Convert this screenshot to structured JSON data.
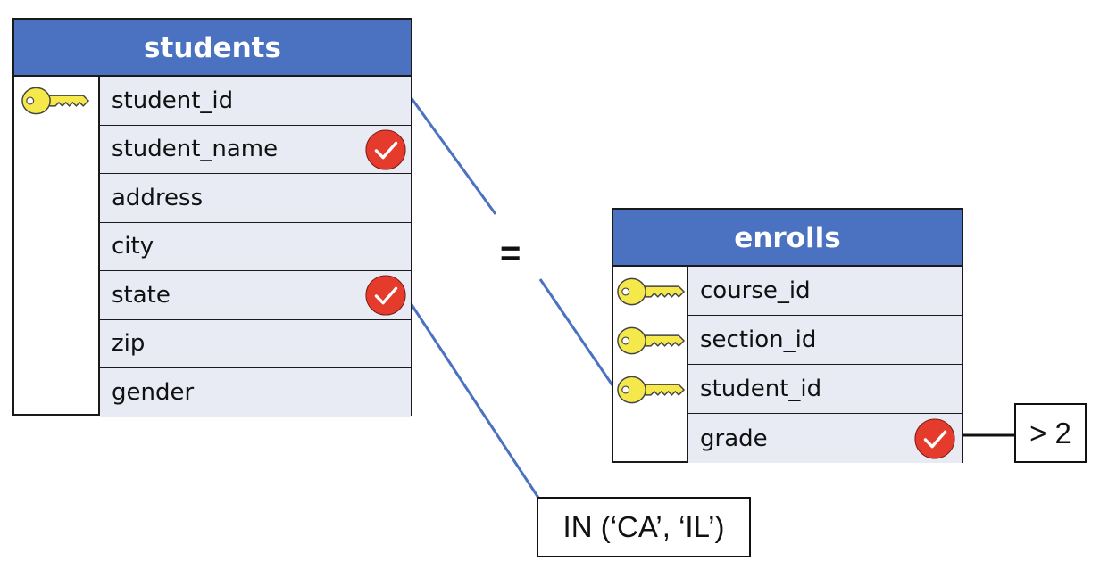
{
  "students": {
    "title": "students",
    "columns": [
      "student_id",
      "student_name",
      "address",
      "city",
      "state",
      "zip",
      "gender"
    ],
    "key_columns": [
      "student_id"
    ],
    "checked_columns": [
      "student_name",
      "state"
    ]
  },
  "enrolls": {
    "title": "enrolls",
    "columns": [
      "course_id",
      "section_id",
      "student_id",
      "grade"
    ],
    "key_columns": [
      "course_id",
      "section_id",
      "student_id"
    ],
    "checked_columns": [
      "grade"
    ]
  },
  "join_label": "=",
  "conditions": {
    "state_filter": "IN (‘CA’, ‘IL’)",
    "grade_filter": "> 2"
  },
  "colors": {
    "header": "#4a72c0",
    "row": "#e8ebf4",
    "line": "#4a72c0",
    "key": "#f5e84a",
    "check": "#e53b2c"
  },
  "icons": {
    "key": "key-icon",
    "check": "checkmark-icon"
  }
}
